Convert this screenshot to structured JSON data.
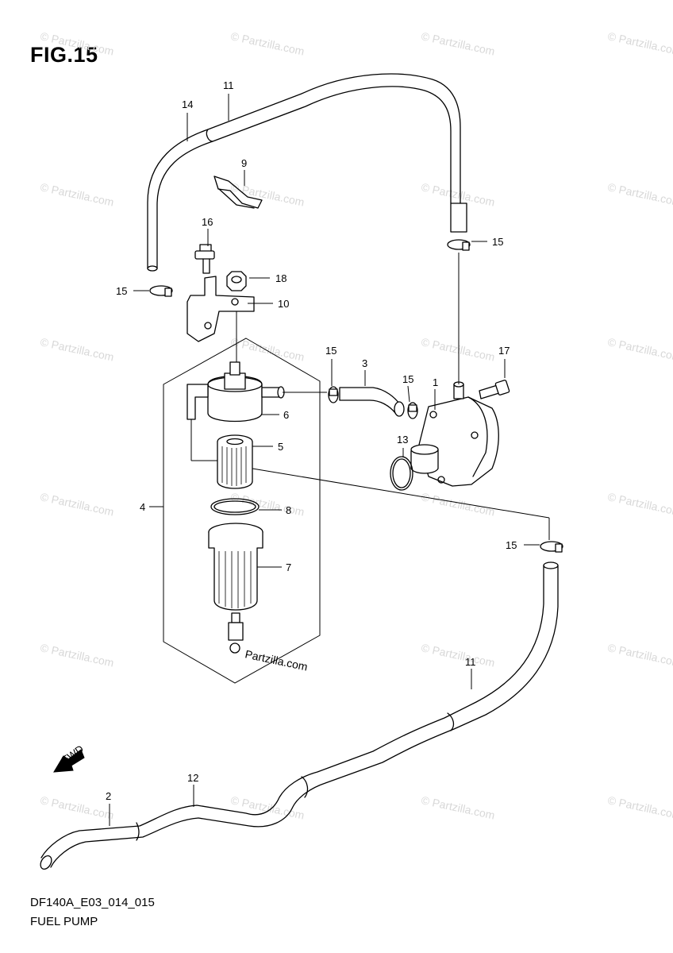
{
  "figure": {
    "title": "FIG.15",
    "code": "DF140A_E03_014_015",
    "name": "FUEL PUMP"
  },
  "watermark": {
    "text": "© Partzilla.com",
    "overlay_text": "Partzilla.com",
    "color": "#d8d8d8"
  },
  "fwd_badge": {
    "text": "FWD",
    "icon": "forward-arrow-icon"
  },
  "callouts": {
    "c1": "1",
    "c2": "2",
    "c3": "3",
    "c4": "4",
    "c5": "5",
    "c6": "6",
    "c7": "7",
    "c8": "8",
    "c9": "9",
    "c10": "10",
    "c11a": "11",
    "c11b": "11",
    "c12": "12",
    "c13": "13",
    "c14": "14",
    "c15a": "15",
    "c15b": "15",
    "c15c": "15",
    "c15d": "15",
    "c15e": "15",
    "c16": "16",
    "c17": "17",
    "c18": "18"
  }
}
